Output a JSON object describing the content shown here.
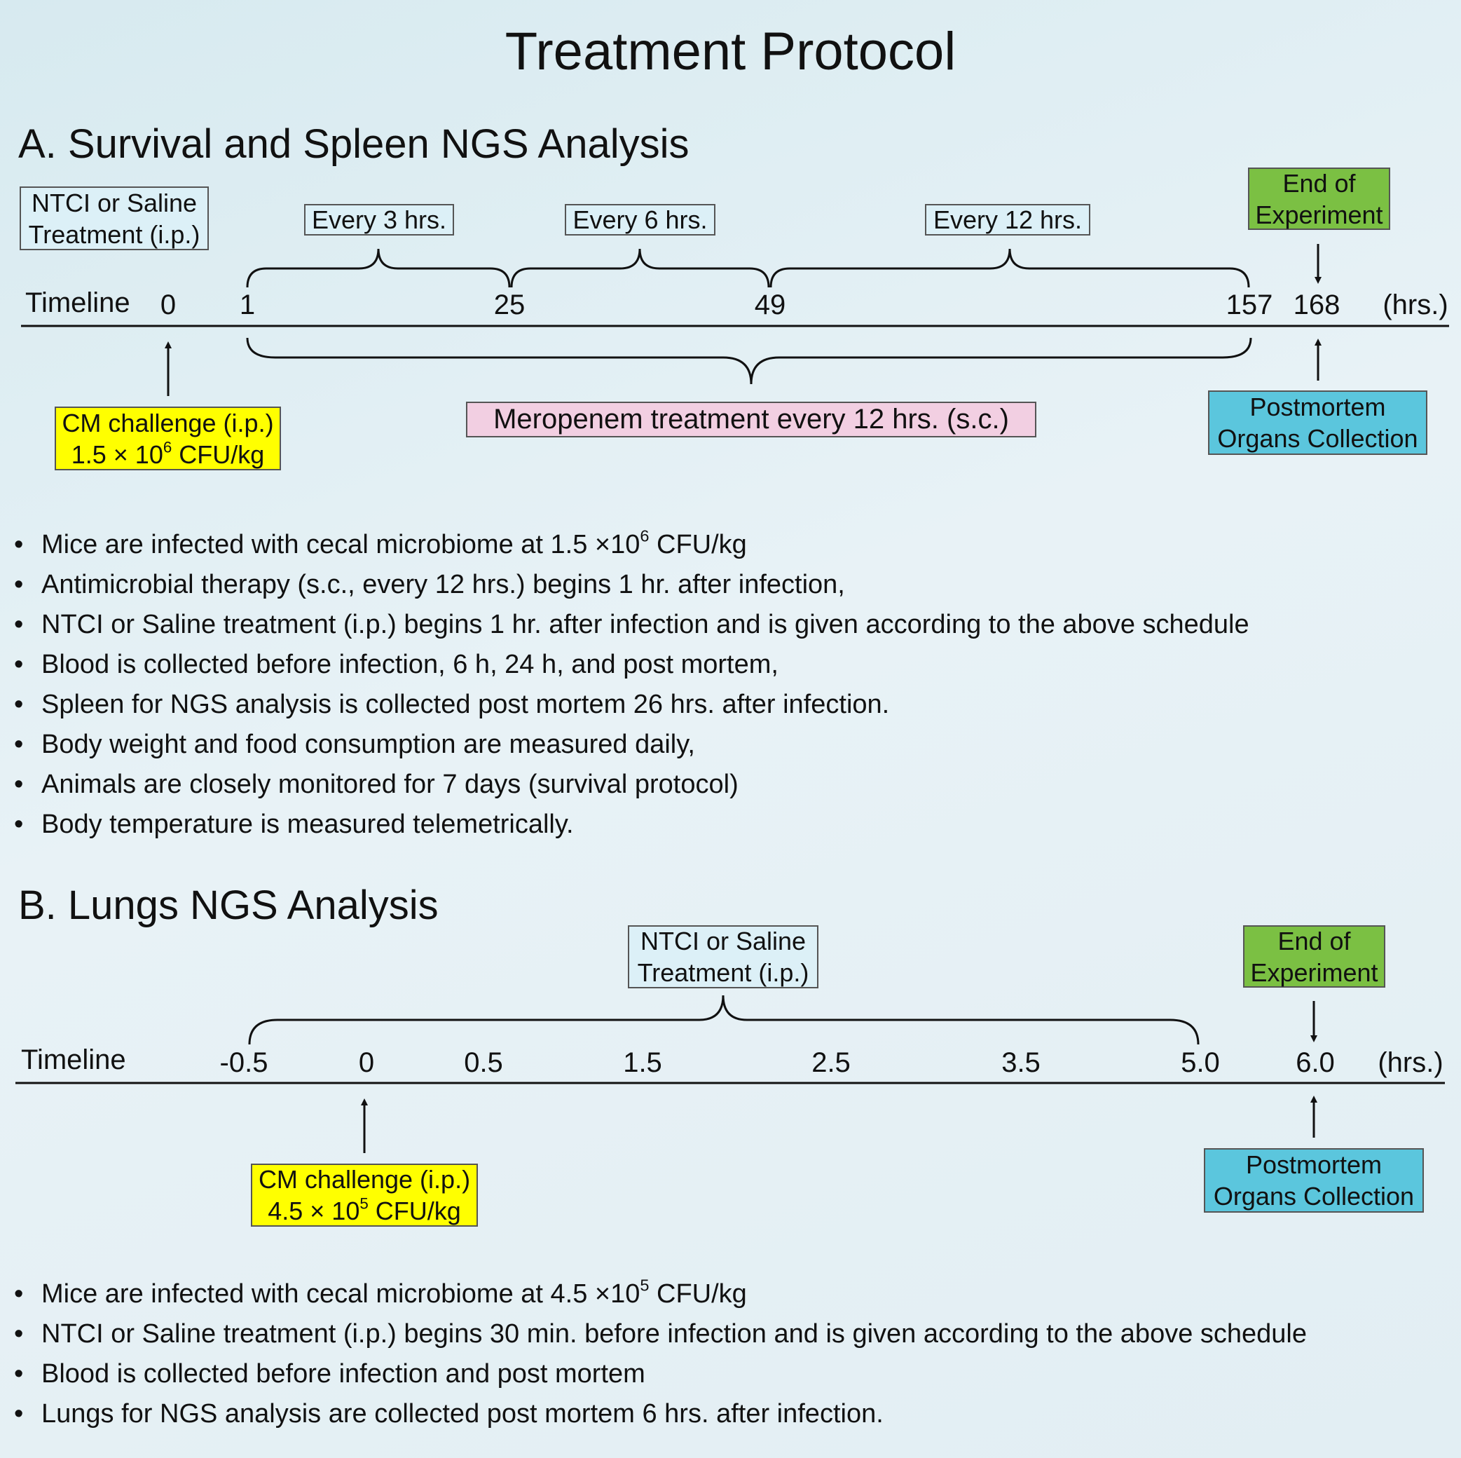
{
  "title": "Treatment Protocol",
  "sectionA": {
    "heading": "A. Survival and Spleen NGS Analysis",
    "timeline_label": "Timeline",
    "ticks": [
      "0",
      "1",
      "25",
      "49",
      "157",
      "168",
      "(hrs.)"
    ],
    "treatment_box": {
      "line1": "NTCI or Saline",
      "line2": "Treatment (i.p.)"
    },
    "intervals": [
      "Every 3 hrs.",
      "Every 6 hrs.",
      "Every 12 hrs."
    ],
    "end_box": {
      "line1": "End of",
      "line2": "Experiment"
    },
    "challenge_box": {
      "line1": "CM challenge (i.p.)",
      "dose_prefix": "1.5 × 10",
      "dose_exp": "6",
      "dose_suffix": " CFU/kg"
    },
    "meropenem_label": "Meropenem treatment every 12 hrs. (s.c.)",
    "postmortem_box": {
      "line1": "Postmortem",
      "line2": "Organs Collection"
    },
    "bullets": [
      {
        "pre": "Mice are infected with cecal microbiome at 1.5 ×10",
        "sup": "6",
        "post": " CFU/kg"
      },
      {
        "pre": "Antimicrobial therapy (s.c., every 12 hrs.) begins 1 hr. after infection,"
      },
      {
        "pre": "NTCI or Saline treatment (i.p.) begins 1 hr. after infection and is given according to the above schedule"
      },
      {
        "pre": "Blood is collected before infection, 6 h, 24 h, and post mortem,"
      },
      {
        "pre": "Spleen for NGS analysis is collected post mortem 26 hrs. after infection."
      },
      {
        "pre": "Body weight and food consumption are measured daily,"
      },
      {
        "pre": "Animals are closely monitored for 7 days (survival protocol)"
      },
      {
        "pre": "Body temperature is measured telemetrically."
      }
    ]
  },
  "sectionB": {
    "heading": "B. Lungs NGS Analysis",
    "timeline_label": "Timeline",
    "ticks": [
      "-0.5",
      "0",
      "0.5",
      "1.5",
      "2.5",
      "3.5",
      "5.0",
      "6.0",
      "(hrs.)"
    ],
    "treatment_box": {
      "line1": "NTCI or Saline",
      "line2": "Treatment (i.p.)"
    },
    "end_box": {
      "line1": "End of",
      "line2": "Experiment"
    },
    "challenge_box": {
      "line1": "CM challenge (i.p.)",
      "dose_prefix": "4.5 × 10",
      "dose_exp": "5",
      "dose_suffix": " CFU/kg"
    },
    "postmortem_box": {
      "line1": "Postmortem",
      "line2": "Organs Collection"
    },
    "bullets": [
      {
        "pre": "Mice are infected with cecal microbiome at 4.5 ×10",
        "sup": "5",
        "post": " CFU/kg"
      },
      {
        "pre": "NTCI or Saline treatment (i.p.) begins 30 min. before infection and is given according to the above schedule"
      },
      {
        "pre": "Blood is collected before infection and post mortem"
      },
      {
        "pre": "Lungs for NGS analysis are collected post mortem 6 hrs. after infection."
      }
    ]
  },
  "colors": {
    "treatment_box": "#dcf0f7",
    "challenge_box": "#ffff00",
    "meropenem_box": "#f2cfe2",
    "end_box": "#7bc043",
    "postmortem_box": "#5bc6dd"
  }
}
